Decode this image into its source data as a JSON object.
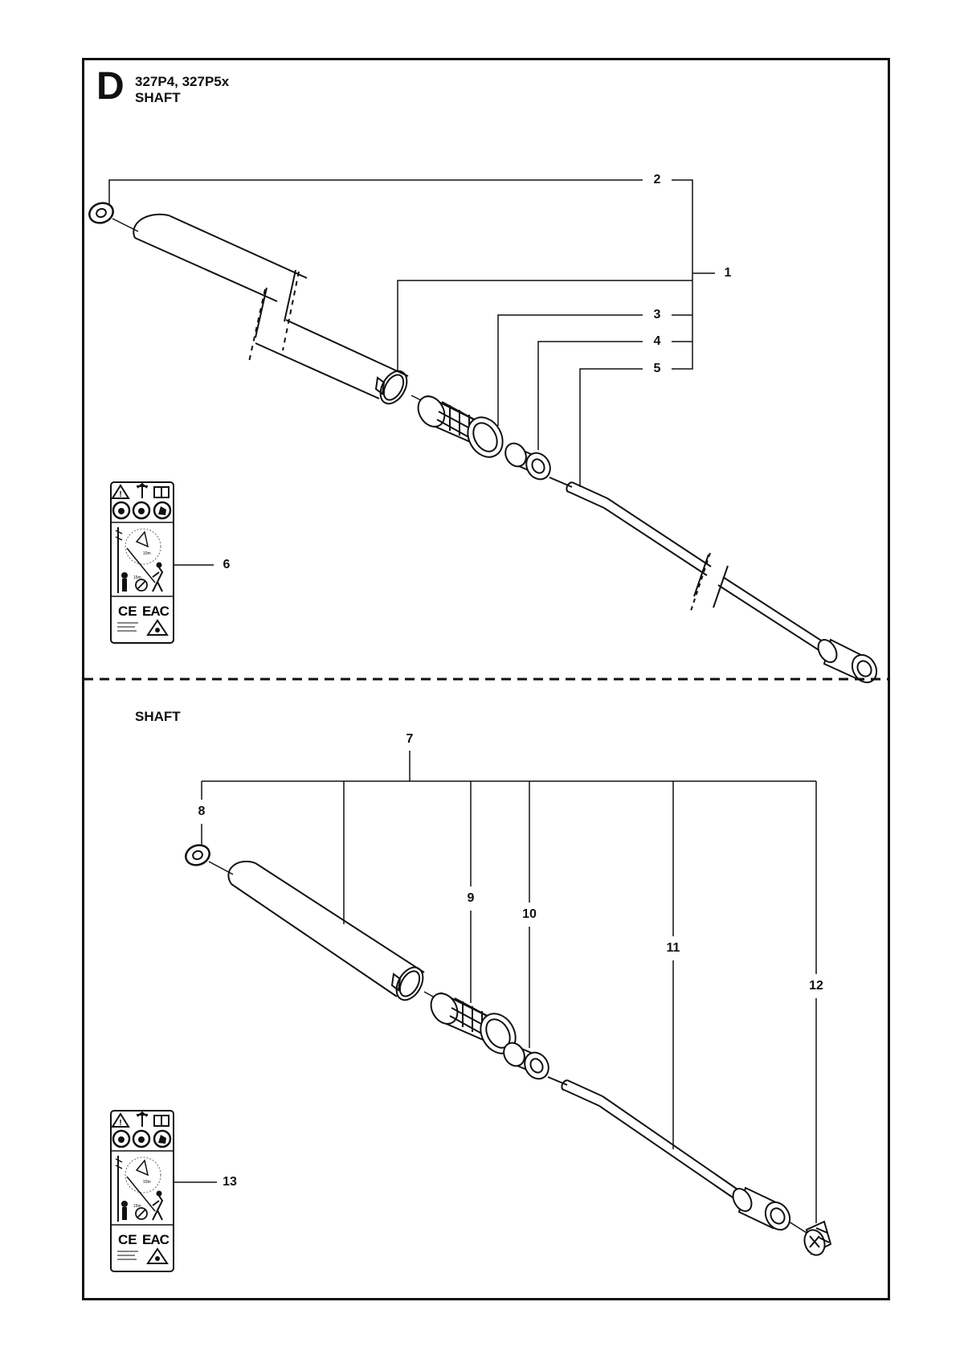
{
  "section": {
    "letter": "D",
    "models": "327P4, 327P5x",
    "title": "SHAFT"
  },
  "lower": {
    "title": "SHAFT"
  },
  "callouts": [
    "1",
    "2",
    "3",
    "4",
    "5",
    "6",
    "7",
    "8",
    "9",
    "10",
    "11",
    "12",
    "13"
  ],
  "label_sticker": {
    "ce_mark": "CE",
    "eac_mark": "EAC"
  }
}
